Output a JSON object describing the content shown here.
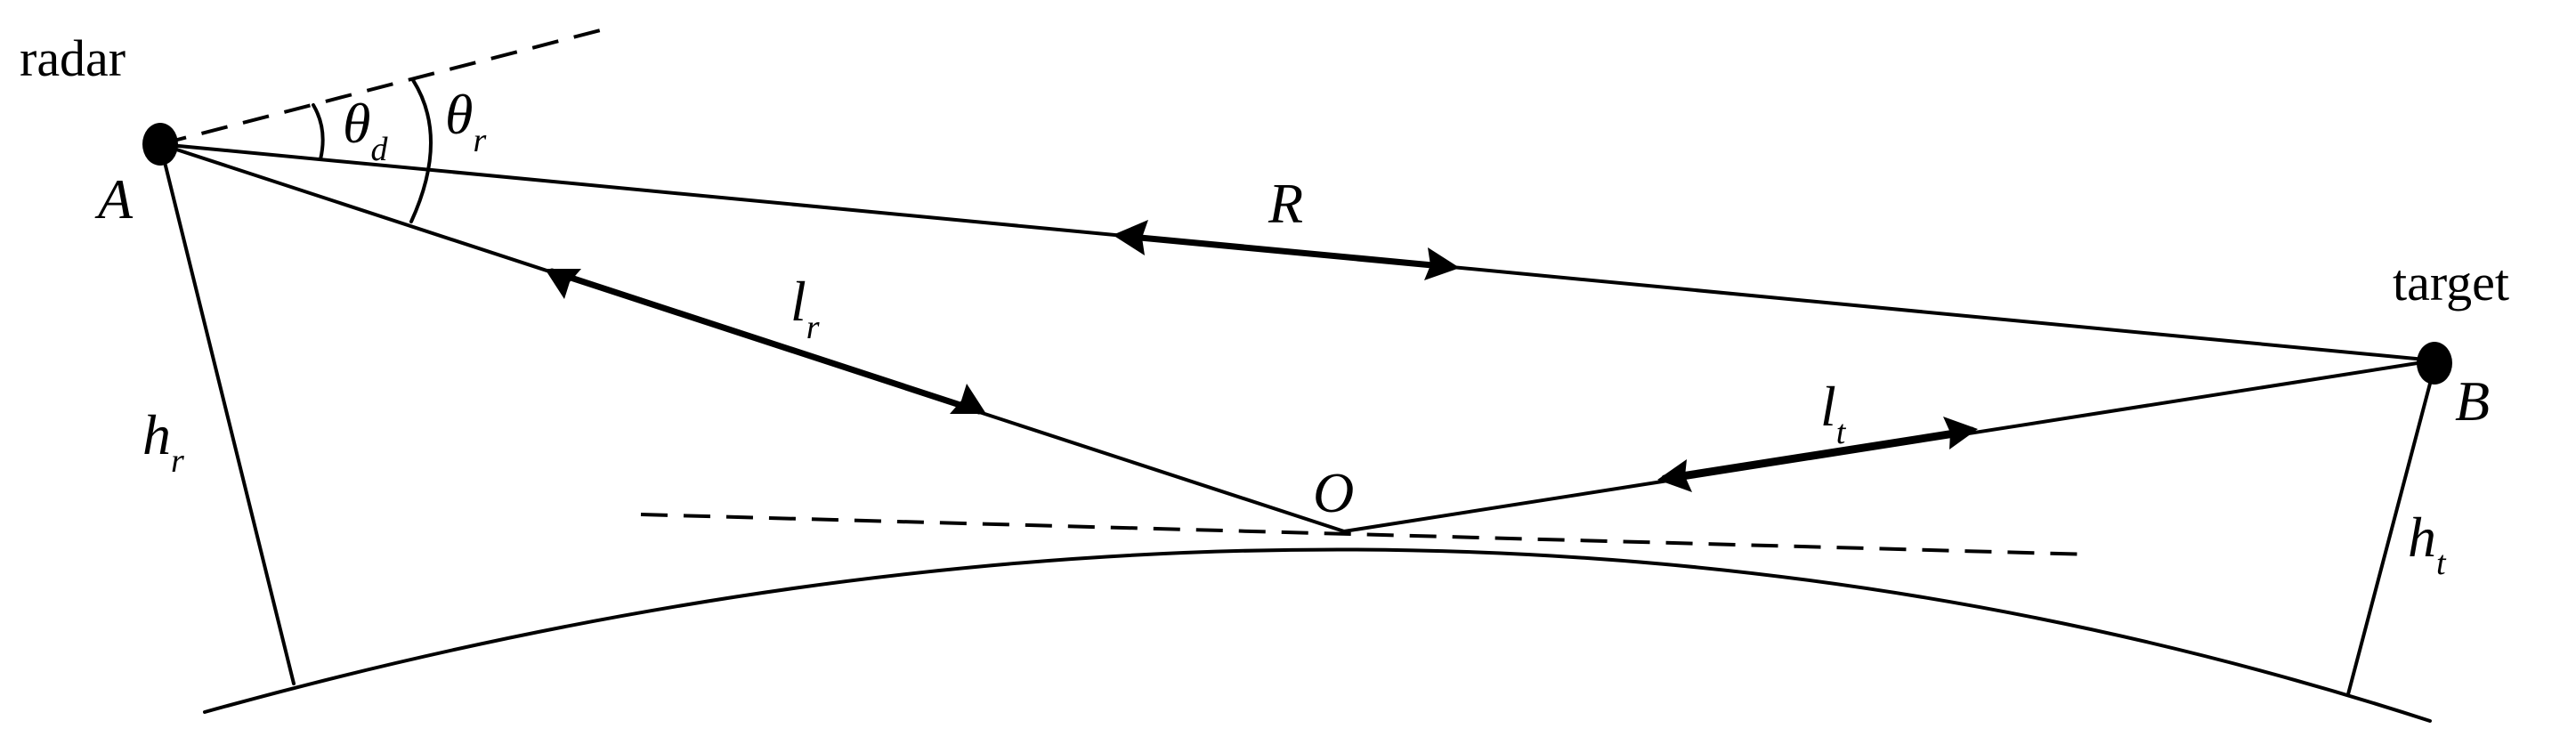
{
  "labels": {
    "radar": "radar",
    "target": "target",
    "point_a": "A",
    "point_b": "B",
    "point_o": "O",
    "range": "R",
    "lr_main": "l",
    "lr_sub": "r",
    "lt_main": "l",
    "lt_sub": "t",
    "hr_main": "h",
    "hr_sub": "r",
    "ht_main": "h",
    "ht_sub": "t",
    "theta_d_main": "θ",
    "theta_d_sub": "d",
    "theta_r_main": "θ",
    "theta_r_sub": "r"
  },
  "colors": {
    "ink": "#000000",
    "background": "#ffffff"
  }
}
